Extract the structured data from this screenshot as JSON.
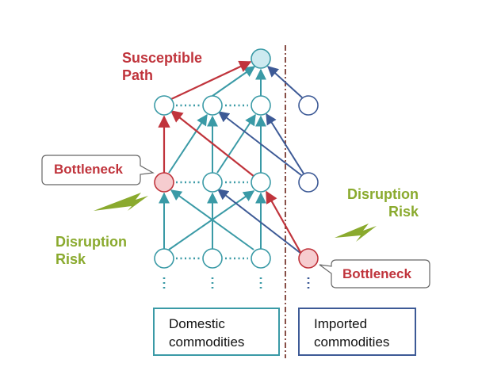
{
  "labels": {
    "susceptible_path": "Susceptible\nPath",
    "bottleneck_left": "Bottleneck",
    "bottleneck_right": "Bottleneck",
    "disruption_risk_left": "Disruption\nRisk",
    "disruption_risk_right": "Disruption\nRisk",
    "domestic_box": "Domestic\ncommodities",
    "imported_box": "Imported\ncommodities"
  },
  "colors": {
    "teal": "#3a9aa6",
    "navy": "#3d5a96",
    "red": "#c0343c",
    "green": "#8aaa2e",
    "top_node_fill": "#cdeaf0",
    "bottleneck_fill": "#f6cccf"
  }
}
